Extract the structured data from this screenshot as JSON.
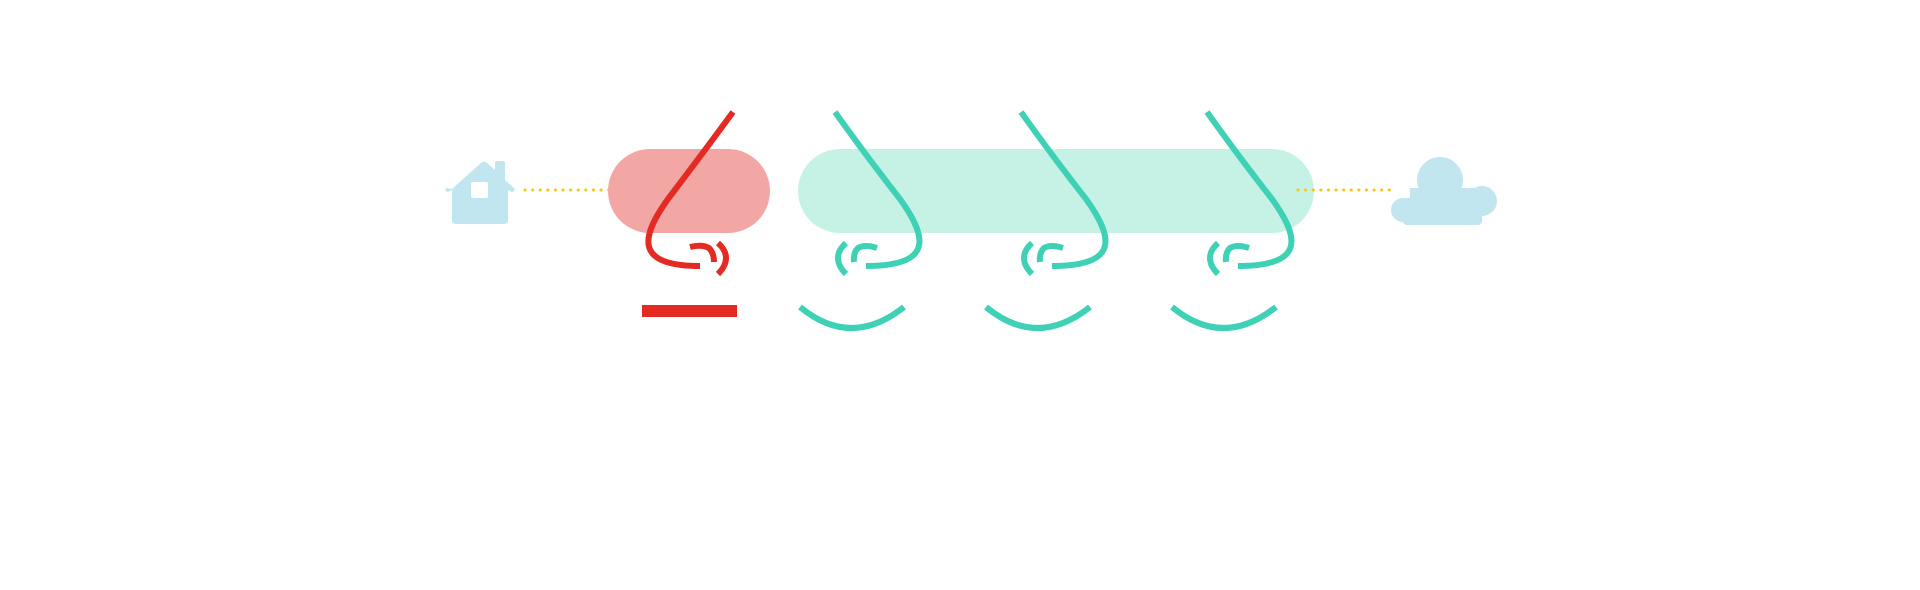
{
  "colors": {
    "background": "#ffffff",
    "icon_fill": "#c2e6ef",
    "connector": "#f5c518",
    "bad_fill": "#f2a7a5",
    "bad_stroke": "#e42a23",
    "good_fill": "#c6f2e6",
    "good_stroke": "#3ed1b6"
  },
  "icons": {
    "left": "house-icon",
    "right": "cloud-icon"
  },
  "faces": [
    {
      "status": "bad",
      "expression": "flat-mouth"
    },
    {
      "status": "good",
      "expression": "smile"
    },
    {
      "status": "good",
      "expression": "smile"
    },
    {
      "status": "good",
      "expression": "smile"
    }
  ]
}
